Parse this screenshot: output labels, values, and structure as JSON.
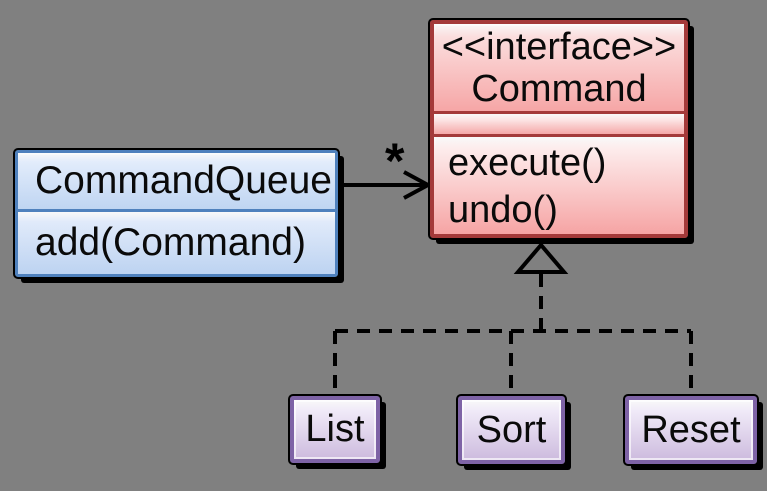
{
  "colors": {
    "background": "#808080",
    "connector": "#000000",
    "interface_border": "#a43a3a",
    "interface_fill_light": "#fdecec",
    "interface_fill_dark": "#f6a4a4",
    "class_border": "#4f81bd",
    "class_fill_light": "#e2ecfb",
    "class_fill_dark": "#bdd3f1",
    "implementation_border": "#7e63a6",
    "implementation_fill_light": "#f0eaf8",
    "implementation_fill_dark": "#cdbbde"
  },
  "interface_box": {
    "stereotype": "<<interface>>",
    "name": "Command",
    "methods": [
      "execute()",
      "undo()"
    ]
  },
  "queue_box": {
    "name": "CommandQueue",
    "methods": [
      "add(Command)"
    ]
  },
  "implementations": [
    {
      "name": "List"
    },
    {
      "name": "Sort"
    },
    {
      "name": "Reset"
    }
  ],
  "association": {
    "multiplicity": "*"
  }
}
